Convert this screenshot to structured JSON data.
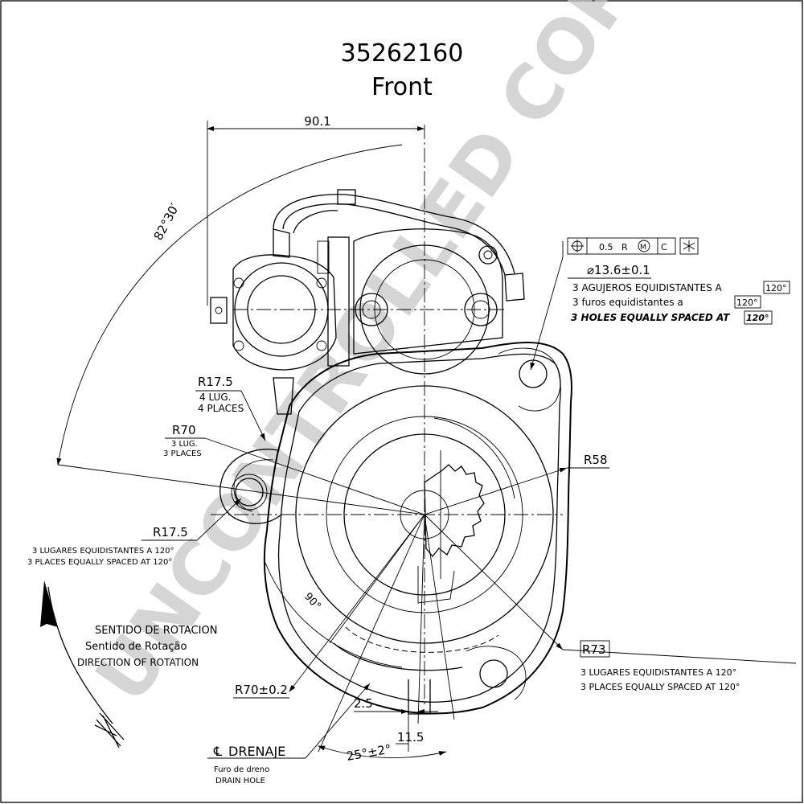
{
  "title": {
    "part_number": "35262160",
    "view": "Front"
  },
  "watermark": "UNCONTROLLED COPY",
  "dimensions": {
    "width_top": "90.1",
    "angle_left": "82°30′",
    "r17_5_lug": "R17.5",
    "r17_5_lug_es": "4 LUG.",
    "r17_5_lug_en": "4 PLACES",
    "r70": "R70",
    "r70_es": "3 LUG.",
    "r70_en": "3 PLACES",
    "r17_5_left": "R17.5",
    "r58": "R58",
    "r73": "R73",
    "r70_tol": "R70±0.2",
    "angle_90": "90°",
    "d2_5": "2.5",
    "d11_5": "11.5",
    "angle_25": "25°±2°"
  },
  "notes": {
    "left_es": "3 LUGARES EQUIDISTANTES A 120°",
    "left_en": "3 PLACES EQUALLY SPACED AT 120°",
    "right_es": "3 LUGARES EQUIDISTANTES A 120°",
    "right_en": "3 PLACES EQUALLY SPACED AT 120°"
  },
  "holes_callout": {
    "tolerance": "0.5",
    "modifier_r": "R",
    "modifier_m": "M",
    "datum": "C",
    "diameter": "⌀13.6±0.1",
    "line_es_text": "3 AGUJEROS EQUIDISTANTES A",
    "line_es_value": "120°",
    "line_pt_text": "3 furos equidistantes a",
    "line_pt_value": "120°",
    "line_en_text": "3 HOLES EQUALLY SPACED AT",
    "line_en_value": "120°"
  },
  "rotation": {
    "es": "SENTIDO DE ROTACION",
    "pt": "Sentido de Rotação",
    "en": "DIRECTION OF ROTATION"
  },
  "drain": {
    "label": "DRENAJE",
    "pt": "Furo de dreno",
    "en": "DRAIN HOLE"
  },
  "colors": {
    "line": "#000000",
    "watermark": "#c8c8c8"
  }
}
